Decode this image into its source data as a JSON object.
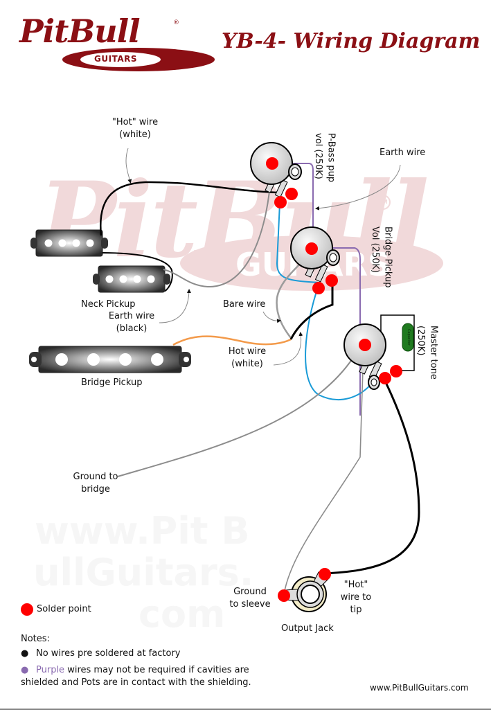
{
  "header": {
    "logo_main": "PitBull",
    "logo_mark": "®",
    "logo_sub": "GUITARS",
    "title": "YB-4- Wiring Diagram"
  },
  "watermark": {
    "main": "PitBull",
    "mark": "TM",
    "sub": "GUITARS",
    "url_lines": [
      "www.Pit B",
      "ullGuitars.",
      "com"
    ]
  },
  "labels": {
    "hot_wire_top": [
      "\"Hot\" wire",
      "(white)"
    ],
    "earth_wire_top": "Earth wire",
    "pbass_pot": [
      "P-Bass pup",
      "vol (250K)"
    ],
    "bridge_pot": [
      "Bridge Pickup",
      "Vol (250K)"
    ],
    "master_tone": [
      "Master tone",
      "(250K)"
    ],
    "capacitor": "Capacitor",
    "neck_pickup": "Neck Pickup",
    "earth_wire_black": [
      "Earth wire",
      "(black)"
    ],
    "bare_wire": "Bare wire",
    "hot_wire_white": [
      "Hot wire",
      "(white)"
    ],
    "bridge_pickup": "Bridge Pickup",
    "ground_to_bridge": [
      "Ground to",
      "bridge"
    ],
    "ground_to_sleeve": [
      "Ground",
      "to sleeve"
    ],
    "hot_wire_to_tip": [
      "\"Hot\"",
      "wire to",
      "tip"
    ],
    "output_jack": "Output Jack"
  },
  "legend": {
    "solder_point": "Solder point"
  },
  "notes": {
    "heading": "Notes:",
    "items": [
      {
        "text": "No wires pre soldered at factory"
      },
      {
        "highlight": "Purple",
        "text": " wires may not be required if cavities are shielded and Pots are in contact with the shielding."
      }
    ]
  },
  "footer": {
    "url": "www.PitBullGuitars.com"
  },
  "colors": {
    "brand": "#8b0f14",
    "solder": "#ff0000",
    "wire_black": "#000000",
    "wire_gray": "#8c8c8c",
    "wire_blue": "#1a9bd7",
    "wire_purple": "#8a6bb0",
    "wire_orange": "#f39a4a",
    "capacitor": "#1f7a1f"
  }
}
